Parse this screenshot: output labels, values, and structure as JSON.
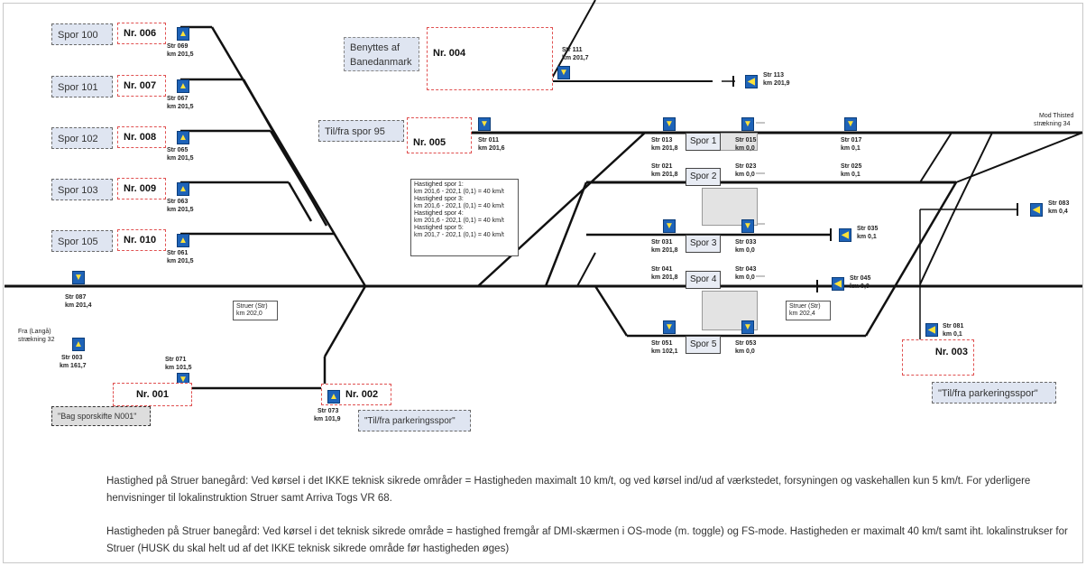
{
  "left_tracks": [
    {
      "spor": "Spor 100",
      "nr": "Nr. 006",
      "str": "Str 069",
      "km": "km 201,5"
    },
    {
      "spor": "Spor 101",
      "nr": "Nr. 007",
      "str": "Str 067",
      "km": "km 201,5"
    },
    {
      "spor": "Spor 102",
      "nr": "Nr. 008",
      "str": "Str 065",
      "km": "km 201,5"
    },
    {
      "spor": "Spor 103",
      "nr": "Nr. 009",
      "str": "Str 063",
      "km": "km 201,5"
    },
    {
      "spor": "Spor 105",
      "nr": "Nr. 010",
      "str": "Str 061",
      "km": "km 201,5"
    }
  ],
  "top_mid": {
    "benyttes_line1": "Benyttes af",
    "benyttes_line2": "Banedanmark",
    "nr": "Nr. 004",
    "str111": "Str 111",
    "km111": "km 201,7",
    "str113": "Str 113",
    "km113": "km 201,9"
  },
  "tilfra95": "Til/fra spor 95",
  "nr005": "Nr. 005",
  "str011": "Str 011",
  "km011": "km 201,6",
  "speed_box": [
    "Hastighed spor 1:",
    "km 201,6 - 202,1 (0,1) = 40 km/t",
    "Hastighed spor 3:",
    "km 201,6 - 202,1 (0,1) = 40 km/t",
    "Hastighed spor 4:",
    "km 201,6 - 202,1 (0,1) = 40 km/t",
    "Hastighed spor 5:",
    "km 201,7 - 202,1 (0,1) = 40 km/t"
  ],
  "station_tracks": [
    {
      "spor": "Spor 1",
      "left_str": "Str 013",
      "left_km": "km 201,8",
      "right_str": "Str 015",
      "right_km": "km 0,0",
      "far_str": "Str 017",
      "far_km": "km 0,1"
    },
    {
      "spor": "Spor 2",
      "left_str": "Str 021",
      "left_km": "km 201,8",
      "right_str": "Str 023",
      "right_km": "km 0,0",
      "far_str": "Str 025",
      "far_km": "km 0,1"
    },
    {
      "spor": "Spor 3",
      "left_str": "Str 031",
      "left_km": "km 201,8",
      "right_str": "Str 033",
      "right_km": "km 0,0",
      "far_str": "Str 035",
      "far_km": "km 0,1"
    },
    {
      "spor": "Spor 4",
      "left_str": "Str 041",
      "left_km": "km 201,8",
      "right_str": "Str 043",
      "right_km": "km 0,0",
      "far_str": "Str 045",
      "far_km": "km 0,0"
    },
    {
      "spor": "Spor 5",
      "left_str": "Str 051",
      "left_km": "km 102,1",
      "right_str": "Str 053",
      "right_km": "km 0,0",
      "far_str": "",
      "far_km": ""
    }
  ],
  "mod_thisted_1": "Mod Thisted",
  "mod_thisted_2": "strækning 34",
  "str083": "Str 083",
  "km083": "km 0,4",
  "str081": "Str 081",
  "km081": "km 0,1",
  "nr003": "Nr. 003",
  "tilfra_park_right": "\"Til/fra parkeringsspor\"",
  "struer_left_1": "Struer (Str)",
  "struer_left_2": "km 202,0",
  "struer_right_1": "Struer (Str)",
  "struer_right_2": "km 202,4",
  "str087": "Str 087",
  "km087": "km 201,4",
  "fra_langaa_1": "Fra (Langå)",
  "fra_langaa_2": "strækning 32",
  "str003": "Str 003",
  "km003": "km 161,7",
  "str071": "Str 071",
  "km071": "km 101,5",
  "nr001": "Nr. 001",
  "nr002": "Nr. 002",
  "str073": "Str 073",
  "km073": "km 101,9",
  "tilfra_park_left": "\"Til/fra parkeringsspor\"",
  "bag_sporskifte": "\"Bag sporskifte N001\"",
  "note1": "Hastighed på Struer banegård: Ved kørsel i det IKKE teknisk sikrede områder = Hastigheden maximalt 10 km/t, og ved kørsel ind/ud af værkstedet, forsyningen og vaskehallen kun 5 km/t. For yderligere henvisninger til lokalinstruktion Struer samt Arriva Togs VR 68.",
  "note2": "Hastigheden på Struer banegård: Ved kørsel i det teknisk sikrede område = hastighed fremgår af DMI-skærmen i OS-mode (m. toggle) og FS-mode. Hastigheden er maximalt 40 km/t samt iht. lokalinstrukser for Struer (HUSK du skal helt ud af det IKKE teknisk sikrede område før hastigheden øges)"
}
